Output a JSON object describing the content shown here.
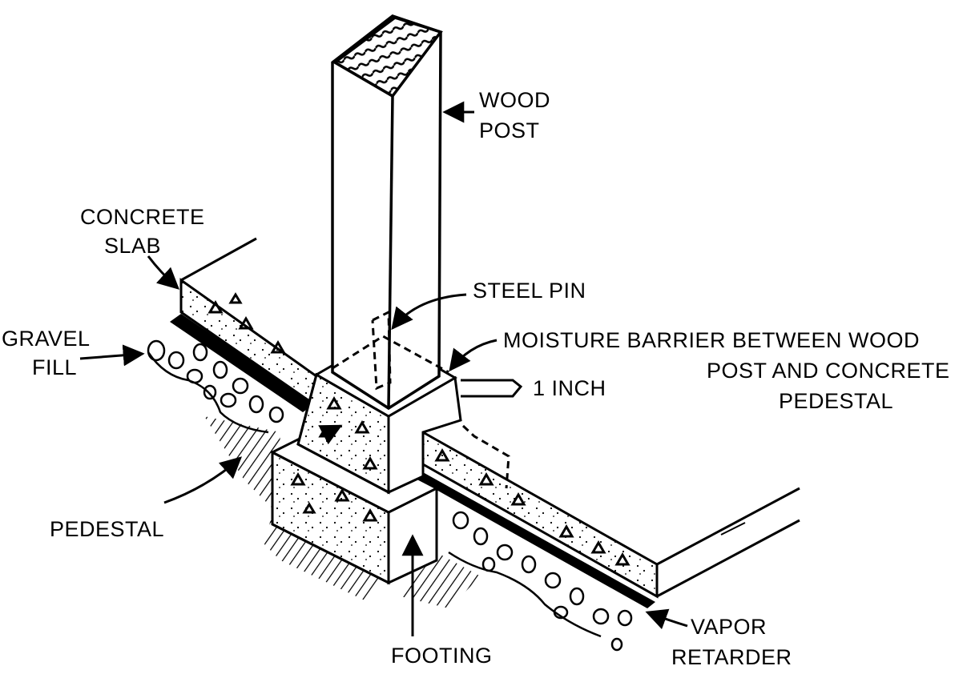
{
  "labels": {
    "wood_post": [
      "WOOD",
      "POST"
    ],
    "concrete_slab": [
      "CONCRETE",
      "SLAB"
    ],
    "steel_pin": "STEEL PIN",
    "moisture_barrier": [
      "MOISTURE  BARRIER BETWEEN WOOD",
      "POST  AND CONCRETE",
      "PEDESTAL"
    ],
    "one_inch": "1 INCH",
    "gravel_fill": [
      "GRAVEL",
      "FILL"
    ],
    "pedestal": "PEDESTAL",
    "footing": "FOOTING",
    "vapor_retarder": [
      "VAPOR",
      "RETARDER"
    ]
  }
}
